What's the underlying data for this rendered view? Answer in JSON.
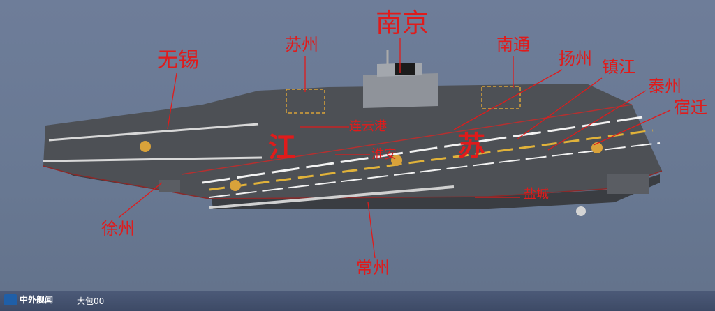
{
  "labels": {
    "nanjing": "南京",
    "suzhou": "苏州",
    "nantong": "南通",
    "wuxi": "无锡",
    "yangzhou": "扬州",
    "zhenjiang": "镇江",
    "taizhou": "泰州",
    "suqian": "宿迁",
    "lianyungang": "连云港",
    "huaian": "淮安",
    "yancheng": "盐城",
    "xuzhou": "徐州",
    "changzhou": "常州",
    "jiang": "江",
    "su": "苏"
  },
  "footer": {
    "logo_text": "中外舰闻",
    "watermark": "大包00"
  },
  "colors": {
    "annotation": "#e01b1b",
    "background": "#6b7b96",
    "deck": "#4b4e53"
  }
}
